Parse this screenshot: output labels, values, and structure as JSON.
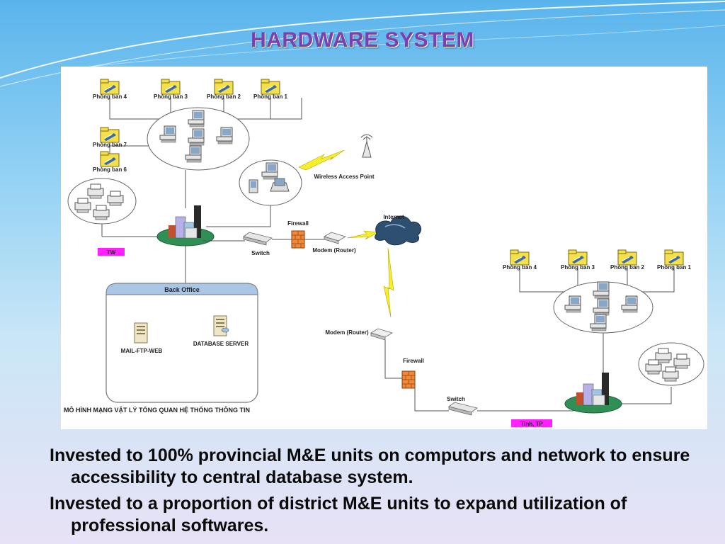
{
  "slide": {
    "title": "HARDWARE SYSTEM",
    "bullets": [
      "Invested to 100% provincial M&E units on computors and network to ensure accessibility to central database system.",
      "Invested to a proportion of district M&E units to expand utilization of professional softwares."
    ]
  },
  "diagram": {
    "central": {
      "departments": [
        "Phòng ban 4",
        "Phòng ban 3",
        "Phòng ban 2",
        "Phòng ban 1",
        "Phòng ban 7",
        "Phòng ban 6"
      ],
      "tag": "TW",
      "wireless_label": "Wireless Access Point",
      "switch_label": "Switch",
      "firewall_label": "Firewall",
      "modem_label": "Modem (Router)",
      "internet_label": "Internet",
      "back_office": {
        "title": "Back Office",
        "servers": [
          "MAIL-FTP-WEB",
          "DATABASE SERVER"
        ]
      }
    },
    "provincial": {
      "departments": [
        "Phòng ban 4",
        "Phòng ban 3",
        "Phòng ban 2",
        "Phòng ban 1"
      ],
      "tag": "Tỉnh, TP",
      "modem_label": "Modem (Router)",
      "firewall_label": "Firewall",
      "switch_label": "Switch"
    },
    "caption": "MÔ HÌNH MẠNG VẬT LÝ TỔNG QUAN HỆ THỐNG THÔNG TIN"
  },
  "colors": {
    "title": "#7b3fb0",
    "tag_magenta": "#ff20ff",
    "folder_yellow": "#f4e04a",
    "firewall_orange": "#f08a3a",
    "lightning": "#f6ee2a"
  }
}
